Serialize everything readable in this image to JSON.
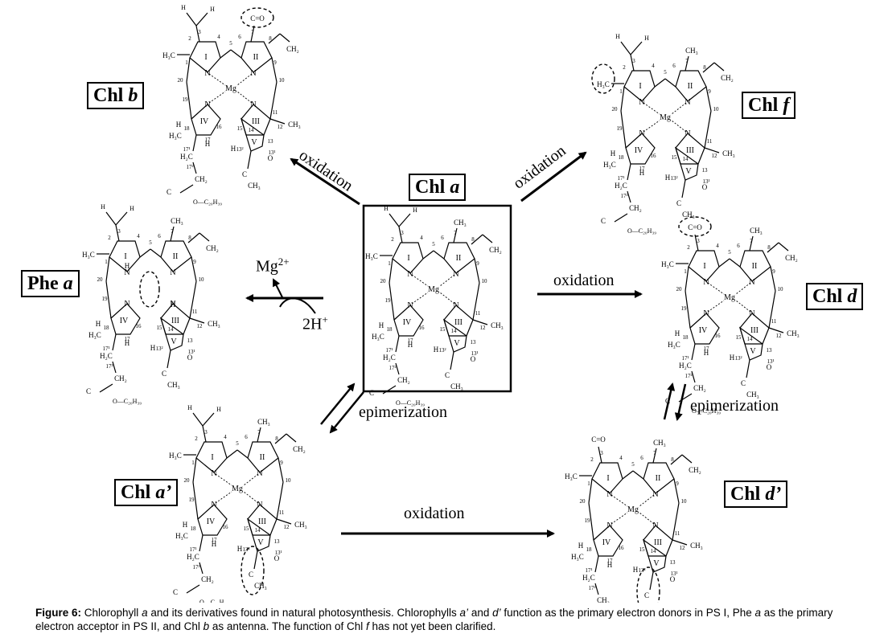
{
  "labels": {
    "chl_a": {
      "name": "Chl",
      "suffix": "a"
    },
    "chl_b": {
      "name": "Chl",
      "suffix": "b"
    },
    "chl_f": {
      "name": "Chl",
      "suffix": "f"
    },
    "chl_d": {
      "name": "Chl",
      "suffix": "d"
    },
    "phe_a": {
      "name": "Phe",
      "suffix": "a"
    },
    "chl_a_prime": {
      "name": "Chl",
      "suffix": "a’"
    },
    "chl_d_prime": {
      "name": "Chl",
      "suffix": "d’"
    }
  },
  "reactions": {
    "oxidation": "oxidation",
    "epimerization": "epimerization",
    "mg": "Mg",
    "mg_charge": "2+",
    "two_h": "2H",
    "h_charge": "+"
  },
  "structure": {
    "rings": [
      "I",
      "II",
      "III",
      "IV",
      "V"
    ],
    "metal": "Mg",
    "nitrogen": "N",
    "hydrogen": "H",
    "h3c": "H₃C",
    "ch3": "CH₃",
    "ch2": "CH₂",
    "h2c": "H₂C",
    "cho": "C=O",
    "ester_tail": "O—C₂₀H₃₉",
    "ester_c": "C",
    "ester_o": "O",
    "positions": [
      "1",
      "2",
      "3",
      "4",
      "5",
      "6",
      "7",
      "8",
      "9",
      "10",
      "11",
      "12",
      "13",
      "14",
      "15",
      "16",
      "17",
      "18",
      "19",
      "20",
      "13¹",
      "13²",
      "17¹",
      "17²"
    ]
  },
  "caption": {
    "prefix": "Figure 6:",
    "p1": " Chlorophyll ",
    "i1": "a",
    "p2": " and its derivatives found in natural photosynthesis.  Chlorophylls ",
    "i2": "a’",
    "p3": " and ",
    "i3": "d’",
    "p4": " function as the primary electron donors in PS I, Phe ",
    "i4": "a",
    "p5": " as the primary electron acceptor in PS II, and Chl ",
    "i5": "b",
    "p6": " as antenna. The function of Chl ",
    "i6": "f",
    "p7": " has not yet been clarified."
  },
  "colors": {
    "ink": "#000000",
    "background": "#ffffff"
  }
}
